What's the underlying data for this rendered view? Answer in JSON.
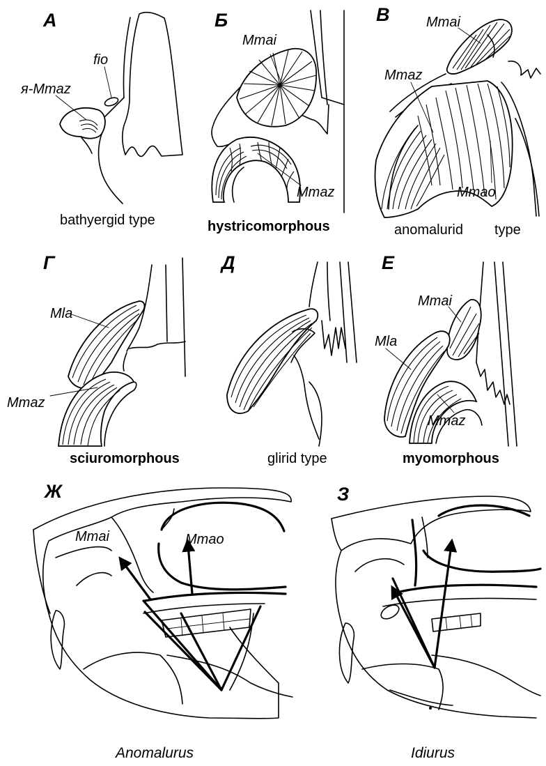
{
  "panels": [
    {
      "letter": "А",
      "caption": "bathyergid type",
      "labels": {
        "fio": "fio",
        "muscle": "я-Mmaz"
      }
    },
    {
      "letter": "Б",
      "caption": "hystricomorphous",
      "labels": {
        "upper": "Mmai",
        "lower": "Mmaz"
      }
    },
    {
      "letter": "В",
      "caption_main": "anomalurid",
      "caption_type": "type",
      "labels": {
        "upper": "Mmai",
        "middle": "Mmaz",
        "lower": "Mmao"
      }
    },
    {
      "letter": "Г",
      "caption": "sciuromorphous",
      "labels": {
        "upper": "Mla",
        "lower": "Mmaz"
      }
    },
    {
      "letter": "Д",
      "caption": "glirid type"
    },
    {
      "letter": "Е",
      "caption": "myomorphous",
      "labels": {
        "top": "Mmai",
        "left": "Mla",
        "lower": "Mmaz"
      }
    },
    {
      "letter": "Ж",
      "caption": "Anomalurus",
      "labels": {
        "left": "Mmai",
        "right": "Mmao"
      }
    },
    {
      "letter": "З",
      "caption": "Idiurus"
    }
  ]
}
